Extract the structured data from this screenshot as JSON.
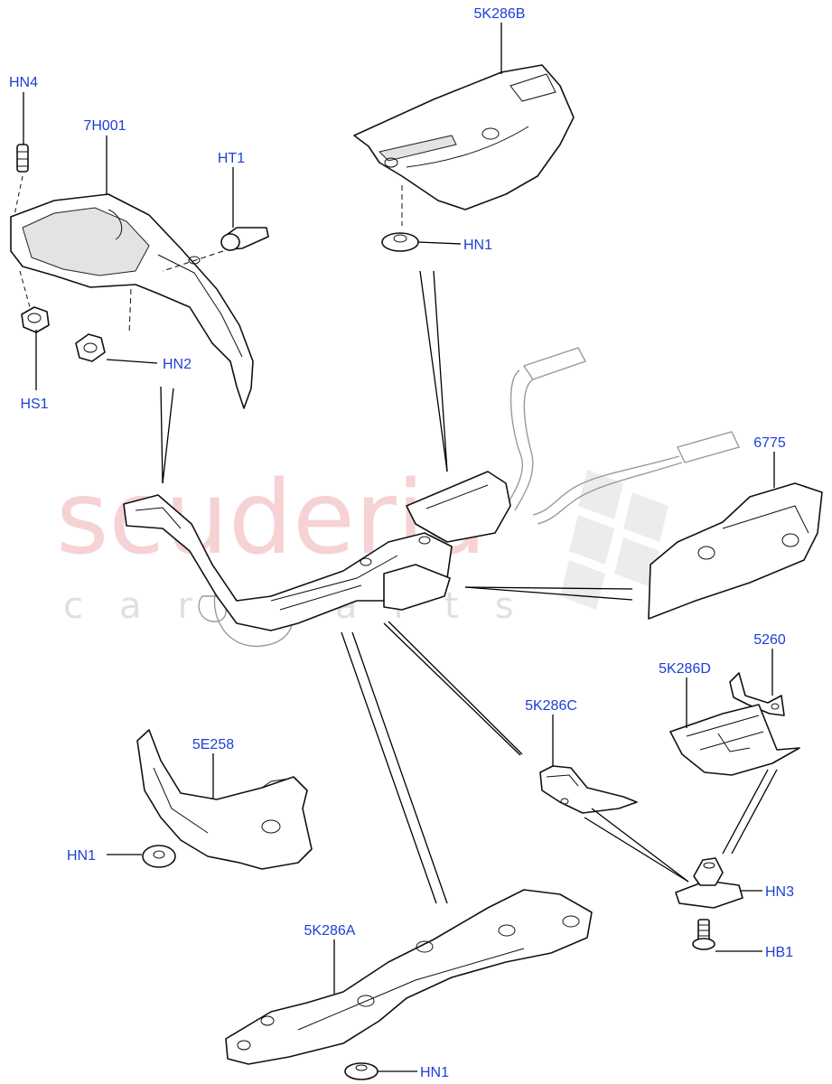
{
  "watermark": {
    "main": "scuderia",
    "sub": "car parts"
  },
  "callouts": [
    {
      "id": "hn4",
      "text": "HN4"
    },
    {
      "id": "7h001",
      "text": "7H001"
    },
    {
      "id": "ht1",
      "text": "HT1"
    },
    {
      "id": "hs1",
      "text": "HS1"
    },
    {
      "id": "hn2",
      "text": "HN2"
    },
    {
      "id": "5k286b",
      "text": "5K286B"
    },
    {
      "id": "hn1-top",
      "text": "HN1"
    },
    {
      "id": "6775",
      "text": "6775"
    },
    {
      "id": "5260",
      "text": "5260"
    },
    {
      "id": "5k286d",
      "text": "5K286D"
    },
    {
      "id": "5k286c",
      "text": "5K286C"
    },
    {
      "id": "5e258",
      "text": "5E258"
    },
    {
      "id": "hn1-left",
      "text": "HN1"
    },
    {
      "id": "hn3",
      "text": "HN3"
    },
    {
      "id": "hb1",
      "text": "HB1"
    },
    {
      "id": "5k286a",
      "text": "5K286A"
    },
    {
      "id": "hn1-bottom",
      "text": "HN1"
    }
  ],
  "colors": {
    "label": "#1d3fd6",
    "line": "#111111",
    "watermark": "#f4c4c8"
  }
}
